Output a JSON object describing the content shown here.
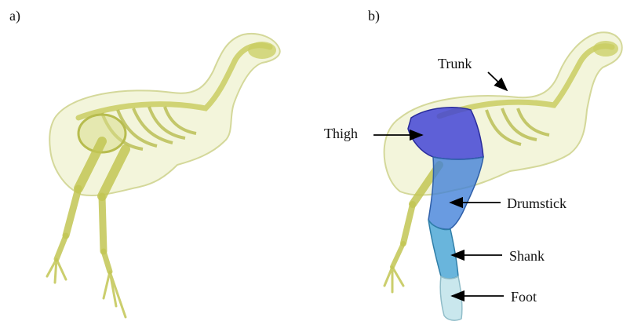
{
  "panels": [
    {
      "id": "a",
      "label": "a)"
    },
    {
      "id": "b",
      "label": "b)"
    }
  ],
  "segments": [
    {
      "name": "Trunk",
      "color": "#c8cf7a"
    },
    {
      "name": "Thigh",
      "color": "#3d3fd6"
    },
    {
      "name": "Drumstick",
      "color": "#3f7fd8"
    },
    {
      "name": "Shank",
      "color": "#3fa0d2"
    },
    {
      "name": "Foot",
      "color": "#bfe3ea"
    }
  ],
  "colors": {
    "body_fill": "#e8ebb8",
    "bone": "#c9cd62",
    "bone_dark": "#9fa43a",
    "arrow": "#000000"
  }
}
